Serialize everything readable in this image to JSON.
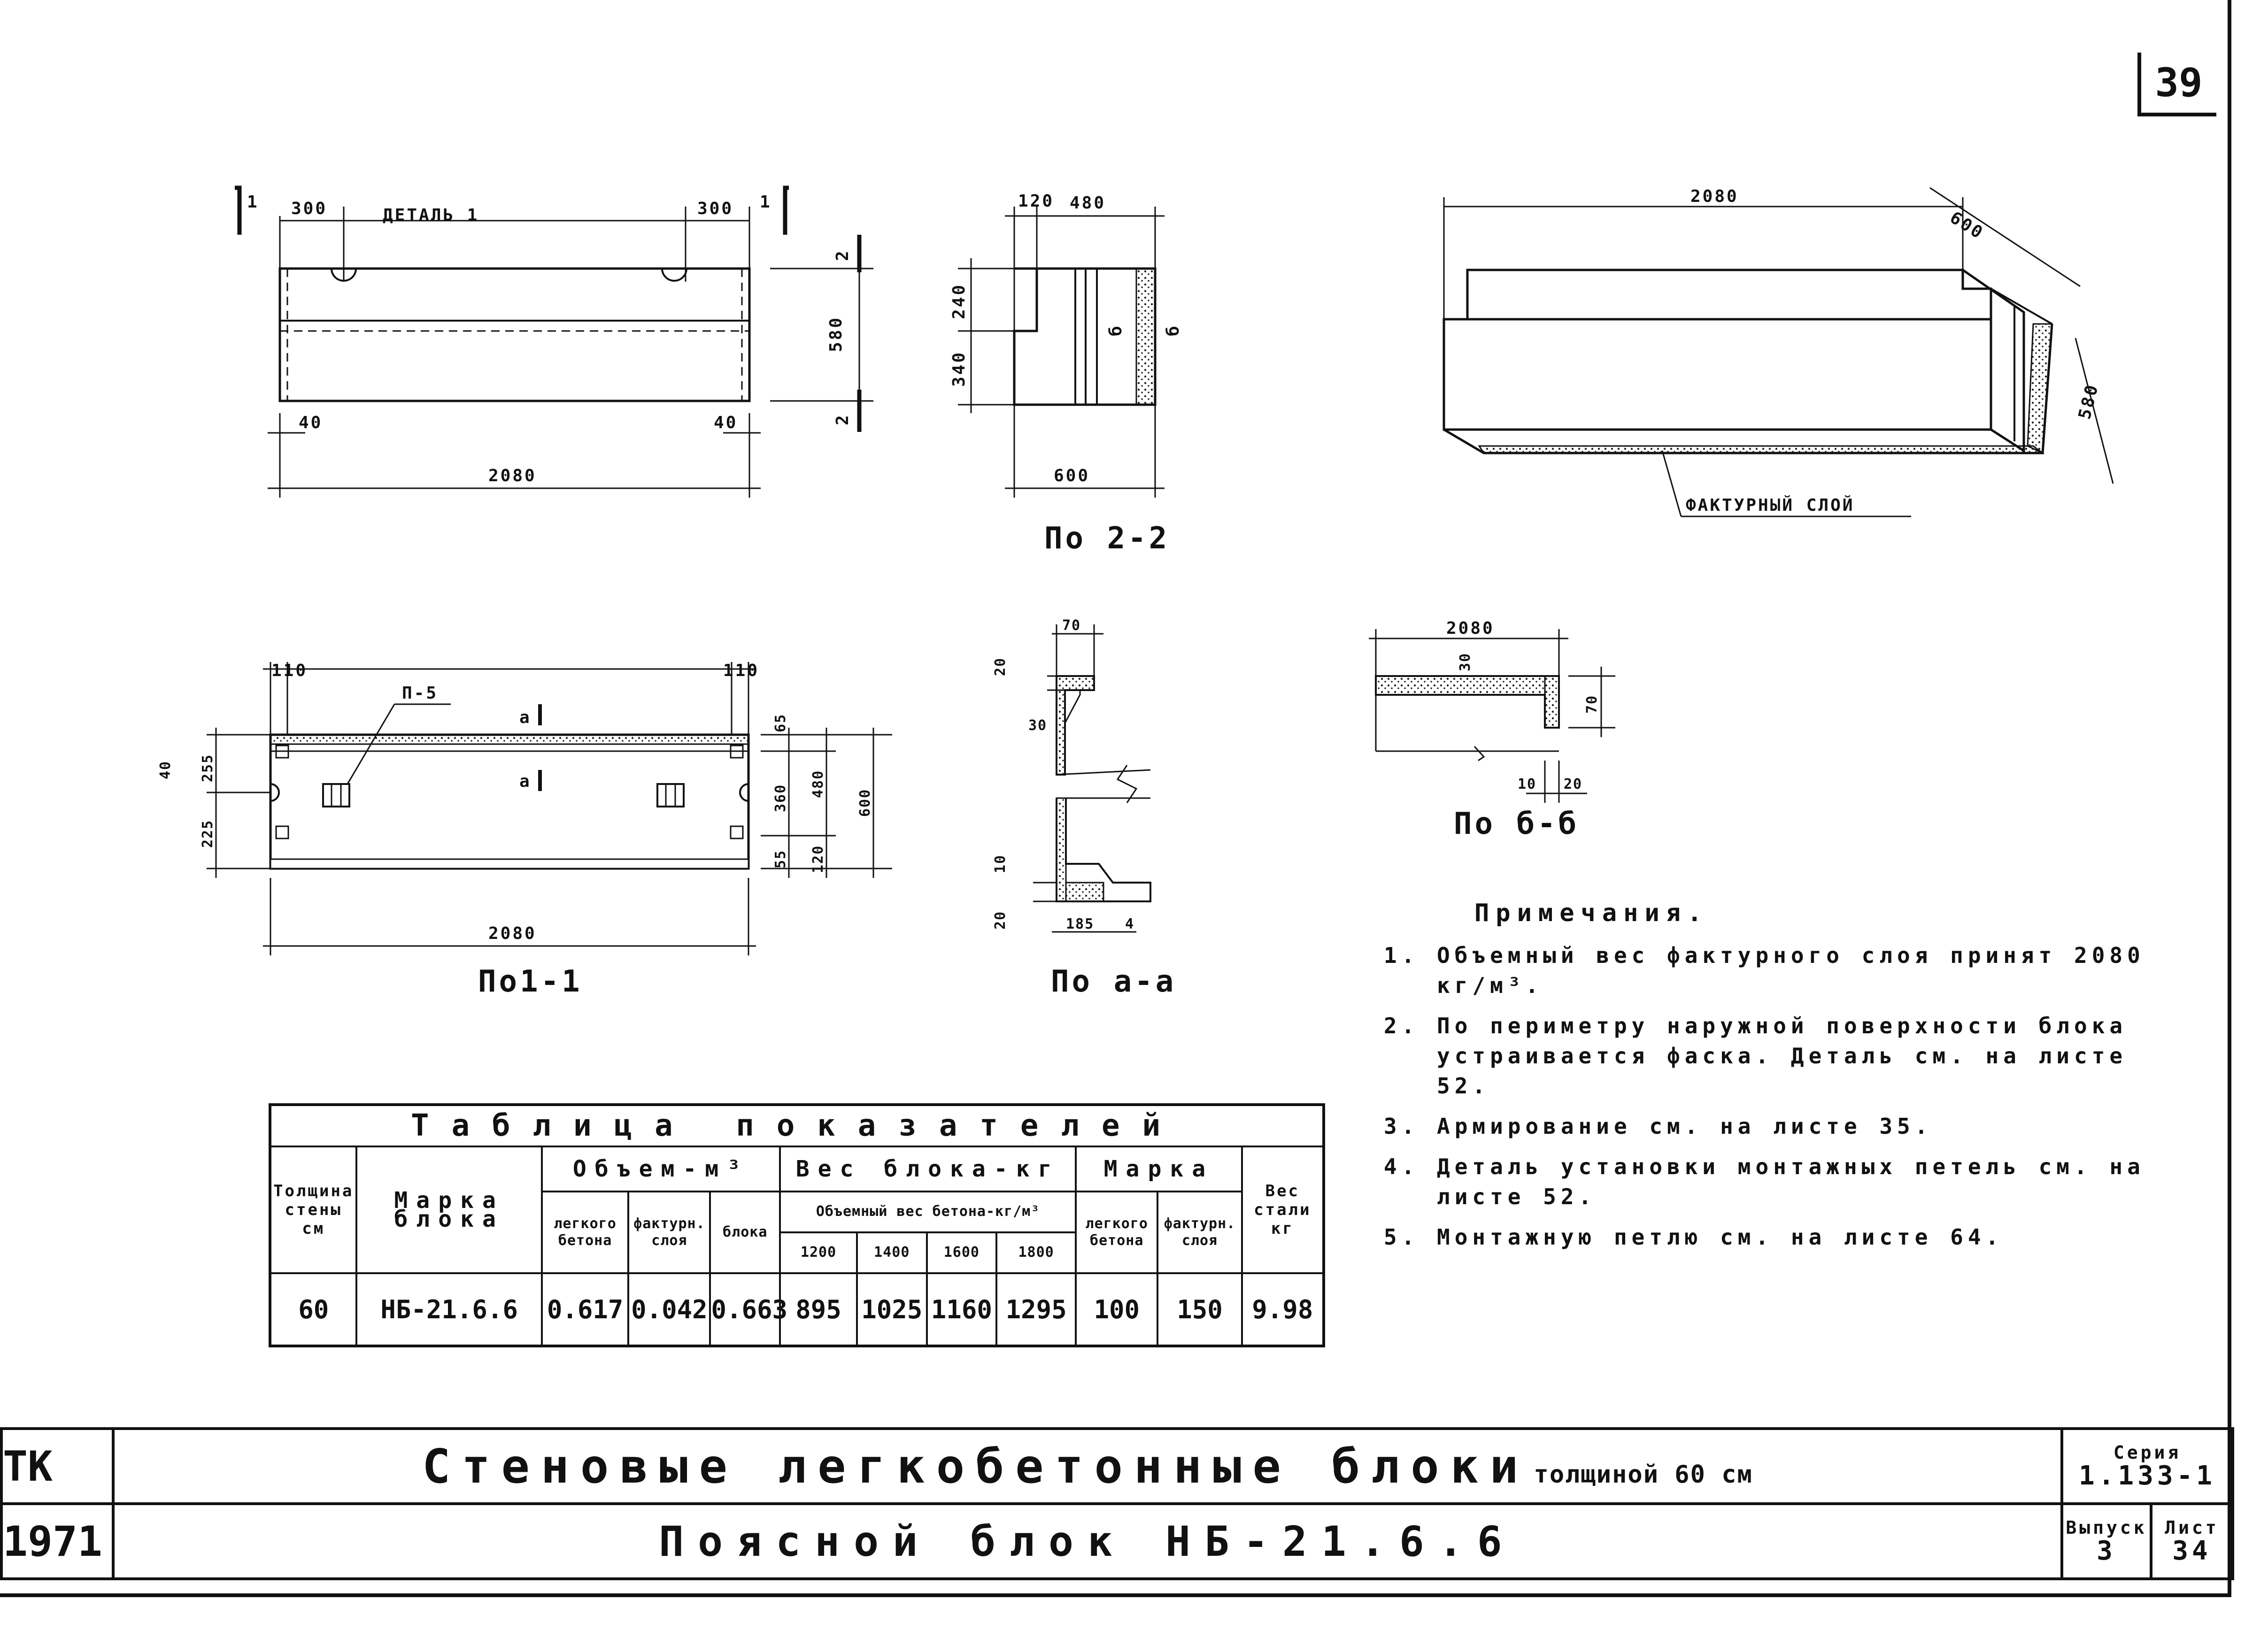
{
  "page_number": "39",
  "views": {
    "elevation": {
      "left_offset": "300",
      "right_offset": "300",
      "detail_label": "ДЕТАЛЬ 1",
      "section_mark_1": "1",
      "section_mark_2": "2",
      "height": "580",
      "left_inset": "40",
      "right_inset": "40",
      "length": "2080"
    },
    "section_2_2": {
      "dim_top_a": "120",
      "dim_top_b": "480",
      "dim_upper": "240",
      "dim_lower": "340",
      "width": "600",
      "mark_b": "б",
      "caption": "По 2-2"
    },
    "isometric": {
      "length": "2080",
      "depth": "600",
      "height": "580",
      "facing_layer_label": "ФАКТУРНЫЙ СЛОЙ"
    },
    "plan_1_1": {
      "dim_left": "110",
      "dim_right": "110",
      "loop_label": "П-5",
      "mark_a": "а",
      "dim_left_255": "255",
      "dim_left_225": "225",
      "dim_left_40": "40",
      "dim_right_65": "65",
      "dim_right_360": "360",
      "dim_right_55": "55",
      "dim_right_480": "480",
      "dim_right_120": "120",
      "dim_right_600": "600",
      "length": "2080",
      "caption": "По1-1"
    },
    "section_a_a": {
      "dim_top": "70",
      "dim_20_top": "20",
      "dim_30": "30",
      "dim_10": "10",
      "dim_20_bottom": "20",
      "dim_bottom_185": "185",
      "dim_bottom_4": "4",
      "caption": "По а-а"
    },
    "section_b_b": {
      "length": "2080",
      "dim_30": "30",
      "dim_70": "70",
      "dim_10": "10",
      "dim_20": "20",
      "caption": "По б-б"
    }
  },
  "notes": {
    "title": "Примечания.",
    "items": [
      "Объемный вес фактурного слоя принят 2080 кг/м³.",
      "По периметру наружной поверхности блока устраивается фаска. Деталь см. на листе 52.",
      "Армирование см. на листе 35.",
      "Деталь установки монтажных петель см. на листе 52.",
      "Монтажную петлю см. на листе 64."
    ]
  },
  "table": {
    "title": "Таблица показателей",
    "headers": {
      "wall_thickness": "Толщина стены см",
      "block_mark": "Марка блока",
      "volume_group": "Объем-м³",
      "vol_light": "легкого бетона",
      "vol_facing": "фактурн. слоя",
      "vol_block": "блока",
      "weight_group": "Вес блока-кг",
      "weight_sub": "Объемный вес бетона-кг/м³",
      "w1200": "1200",
      "w1400": "1400",
      "w1600": "1600",
      "w1800": "1800",
      "grade_group": "Марка",
      "grade_light": "легкого бетона",
      "grade_facing": "фактурн. слоя",
      "steel_weight": "Вес стали кг"
    },
    "rows": [
      {
        "wall_thickness": "60",
        "block_mark": "НБ-21.6.6",
        "vol_light": "0.617",
        "vol_facing": "0.042",
        "vol_block": "0.663",
        "w1200": "895",
        "w1400": "1025",
        "w1600": "1160",
        "w1800": "1295",
        "grade_light": "100",
        "grade_facing": "150",
        "steel_weight": "9.98"
      }
    ]
  },
  "title_block": {
    "org": "ТК",
    "year": "1971",
    "title": "Стеновые легкобетонные блоки",
    "title_suffix": "толщиной 60 см",
    "subtitle": "Поясной блок НБ-21.6.6",
    "series_label": "Серия",
    "series_value": "1.133-1",
    "issue_label": "Выпуск",
    "issue_value": "3",
    "sheet_label": "Лист",
    "sheet_value": "34"
  }
}
